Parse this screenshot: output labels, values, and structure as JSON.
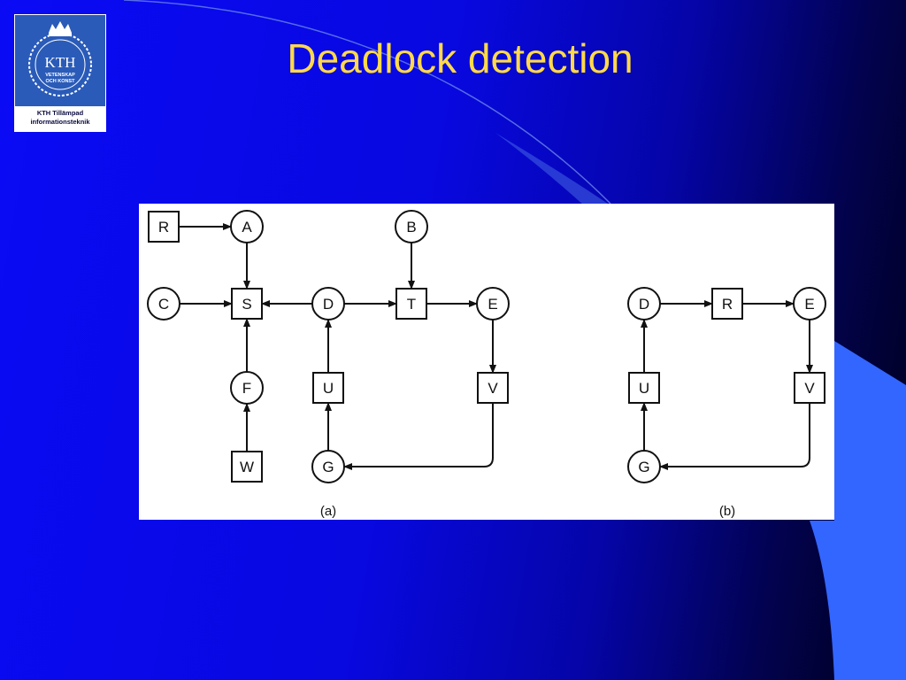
{
  "slide": {
    "title": "Deadlock detection",
    "accent_color": "#ffd94a",
    "background_color": "#0808e0"
  },
  "logo": {
    "wordmark": "KTH",
    "ring_text": [
      "VETENSKAP",
      "OCH KONST"
    ],
    "caption_lines": [
      "KTH Tillämpad",
      "informationsteknik"
    ]
  },
  "diagrams": [
    {
      "caption": "(a)",
      "nodes": [
        {
          "label": "R",
          "shape": "square"
        },
        {
          "label": "A",
          "shape": "circle"
        },
        {
          "label": "B",
          "shape": "circle"
        },
        {
          "label": "C",
          "shape": "circle"
        },
        {
          "label": "S",
          "shape": "square"
        },
        {
          "label": "D",
          "shape": "circle"
        },
        {
          "label": "T",
          "shape": "square"
        },
        {
          "label": "E",
          "shape": "circle"
        },
        {
          "label": "F",
          "shape": "circle"
        },
        {
          "label": "U",
          "shape": "square"
        },
        {
          "label": "V",
          "shape": "square"
        },
        {
          "label": "W",
          "shape": "square"
        },
        {
          "label": "G",
          "shape": "circle"
        }
      ],
      "edges": [
        [
          "R",
          "A"
        ],
        [
          "A",
          "S"
        ],
        [
          "C",
          "S"
        ],
        [
          "D",
          "S"
        ],
        [
          "D",
          "T"
        ],
        [
          "B",
          "T"
        ],
        [
          "T",
          "E"
        ],
        [
          "E",
          "V"
        ],
        [
          "V",
          "G"
        ],
        [
          "G",
          "U"
        ],
        [
          "U",
          "D"
        ],
        [
          "F",
          "S"
        ],
        [
          "W",
          "F"
        ]
      ]
    },
    {
      "caption": "(b)",
      "nodes": [
        {
          "label": "D",
          "shape": "circle"
        },
        {
          "label": "R",
          "shape": "square"
        },
        {
          "label": "E",
          "shape": "circle"
        },
        {
          "label": "U",
          "shape": "square"
        },
        {
          "label": "V",
          "shape": "square"
        },
        {
          "label": "G",
          "shape": "circle"
        }
      ],
      "edges": [
        [
          "D",
          "R"
        ],
        [
          "R",
          "E"
        ],
        [
          "E",
          "V"
        ],
        [
          "V",
          "G"
        ],
        [
          "G",
          "U"
        ],
        [
          "U",
          "D"
        ]
      ]
    }
  ]
}
